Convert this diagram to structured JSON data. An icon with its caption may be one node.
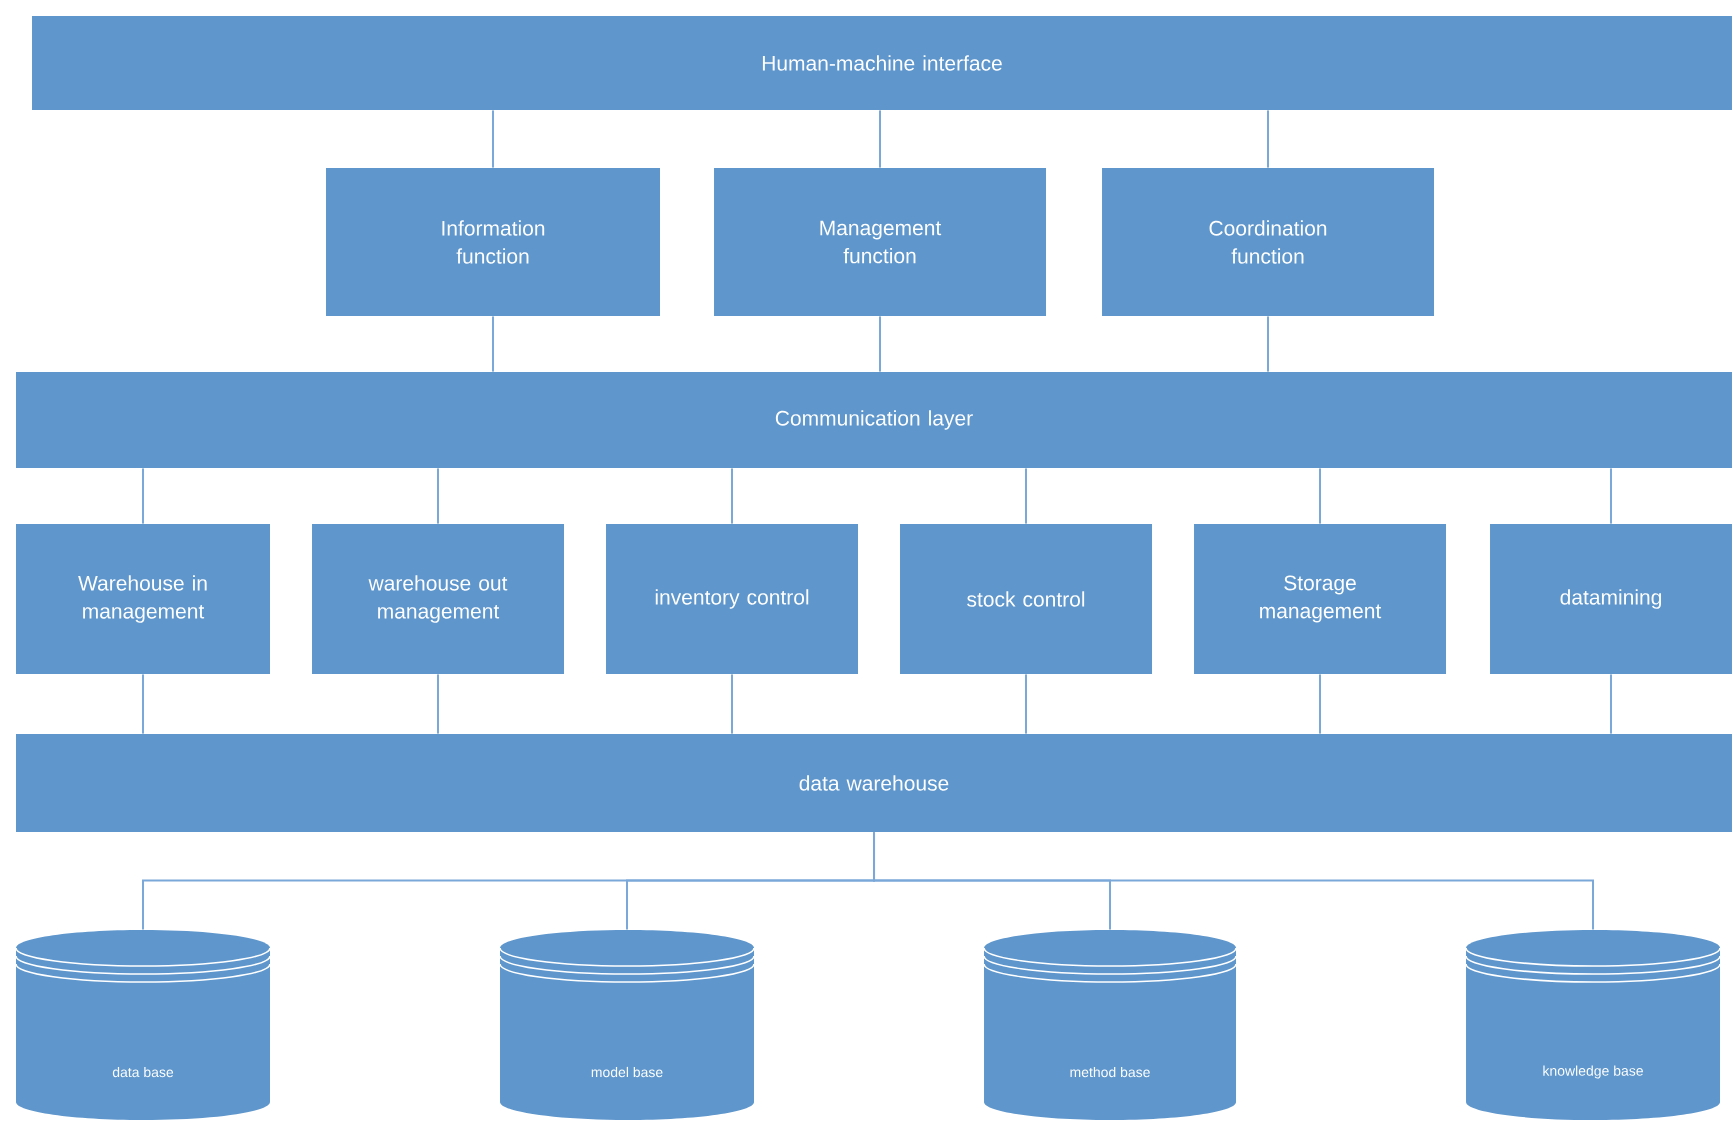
{
  "diagram": {
    "nodes": [
      {
        "text": [
          "Human-machine interface"
        ]
      },
      {
        "text": [
          "Information function"
        ]
      },
      {
        "text": [
          "Management function"
        ]
      },
      {
        "text": [
          "Coordination function"
        ]
      },
      {
        "text": [
          "Communication layer"
        ]
      },
      {
        "text": [
          "Warehouse in management"
        ]
      },
      {
        "text": [
          "warehouse out management"
        ]
      },
      {
        "text": [
          "inventory control"
        ]
      },
      {
        "text": [
          "stock control"
        ]
      },
      {
        "text": [
          "Storage management"
        ]
      },
      {
        "text": [
          "datamining"
        ]
      },
      {
        "text": [
          "data warehouse"
        ]
      },
      {
        "text": [
          "data base"
        ]
      },
      {
        "text": [
          "model base"
        ]
      },
      {
        "text": [
          "method base"
        ]
      },
      {
        "text": [
          "knowledge base"
        ]
      }
    ],
    "edges": [
      {
        "from": 0,
        "to": 1,
        "arrow": "none"
      },
      {
        "from": 0,
        "to": 2,
        "arrow": "none"
      },
      {
        "from": 0,
        "to": 3,
        "arrow": "none"
      },
      {
        "from": 1,
        "to": 4,
        "arrow": "none"
      },
      {
        "from": 2,
        "to": 4,
        "arrow": "none"
      },
      {
        "from": 3,
        "to": 4,
        "arrow": "none"
      },
      {
        "from": 4,
        "to": 5,
        "arrow": "none"
      },
      {
        "from": 4,
        "to": 6,
        "arrow": "none"
      },
      {
        "from": 4,
        "to": 7,
        "arrow": "none"
      },
      {
        "from": 4,
        "to": 8,
        "arrow": "none"
      },
      {
        "from": 4,
        "to": 9,
        "arrow": "none"
      },
      {
        "from": 4,
        "to": 10,
        "arrow": "none"
      },
      {
        "from": 5,
        "to": 11,
        "arrow": "none"
      },
      {
        "from": 6,
        "to": 11,
        "arrow": "none"
      },
      {
        "from": 7,
        "to": 11,
        "arrow": "none"
      },
      {
        "from": 8,
        "to": 11,
        "arrow": "none"
      },
      {
        "from": 9,
        "to": 11,
        "arrow": "none"
      },
      {
        "from": 10,
        "to": 11,
        "arrow": "none"
      },
      {
        "from": 11,
        "to": 12,
        "arrow": "none"
      },
      {
        "from": 11,
        "to": 13,
        "arrow": "none"
      },
      {
        "from": 11,
        "to": 14,
        "arrow": "none"
      },
      {
        "from": 11,
        "to": 15,
        "arrow": "none"
      }
    ]
  }
}
